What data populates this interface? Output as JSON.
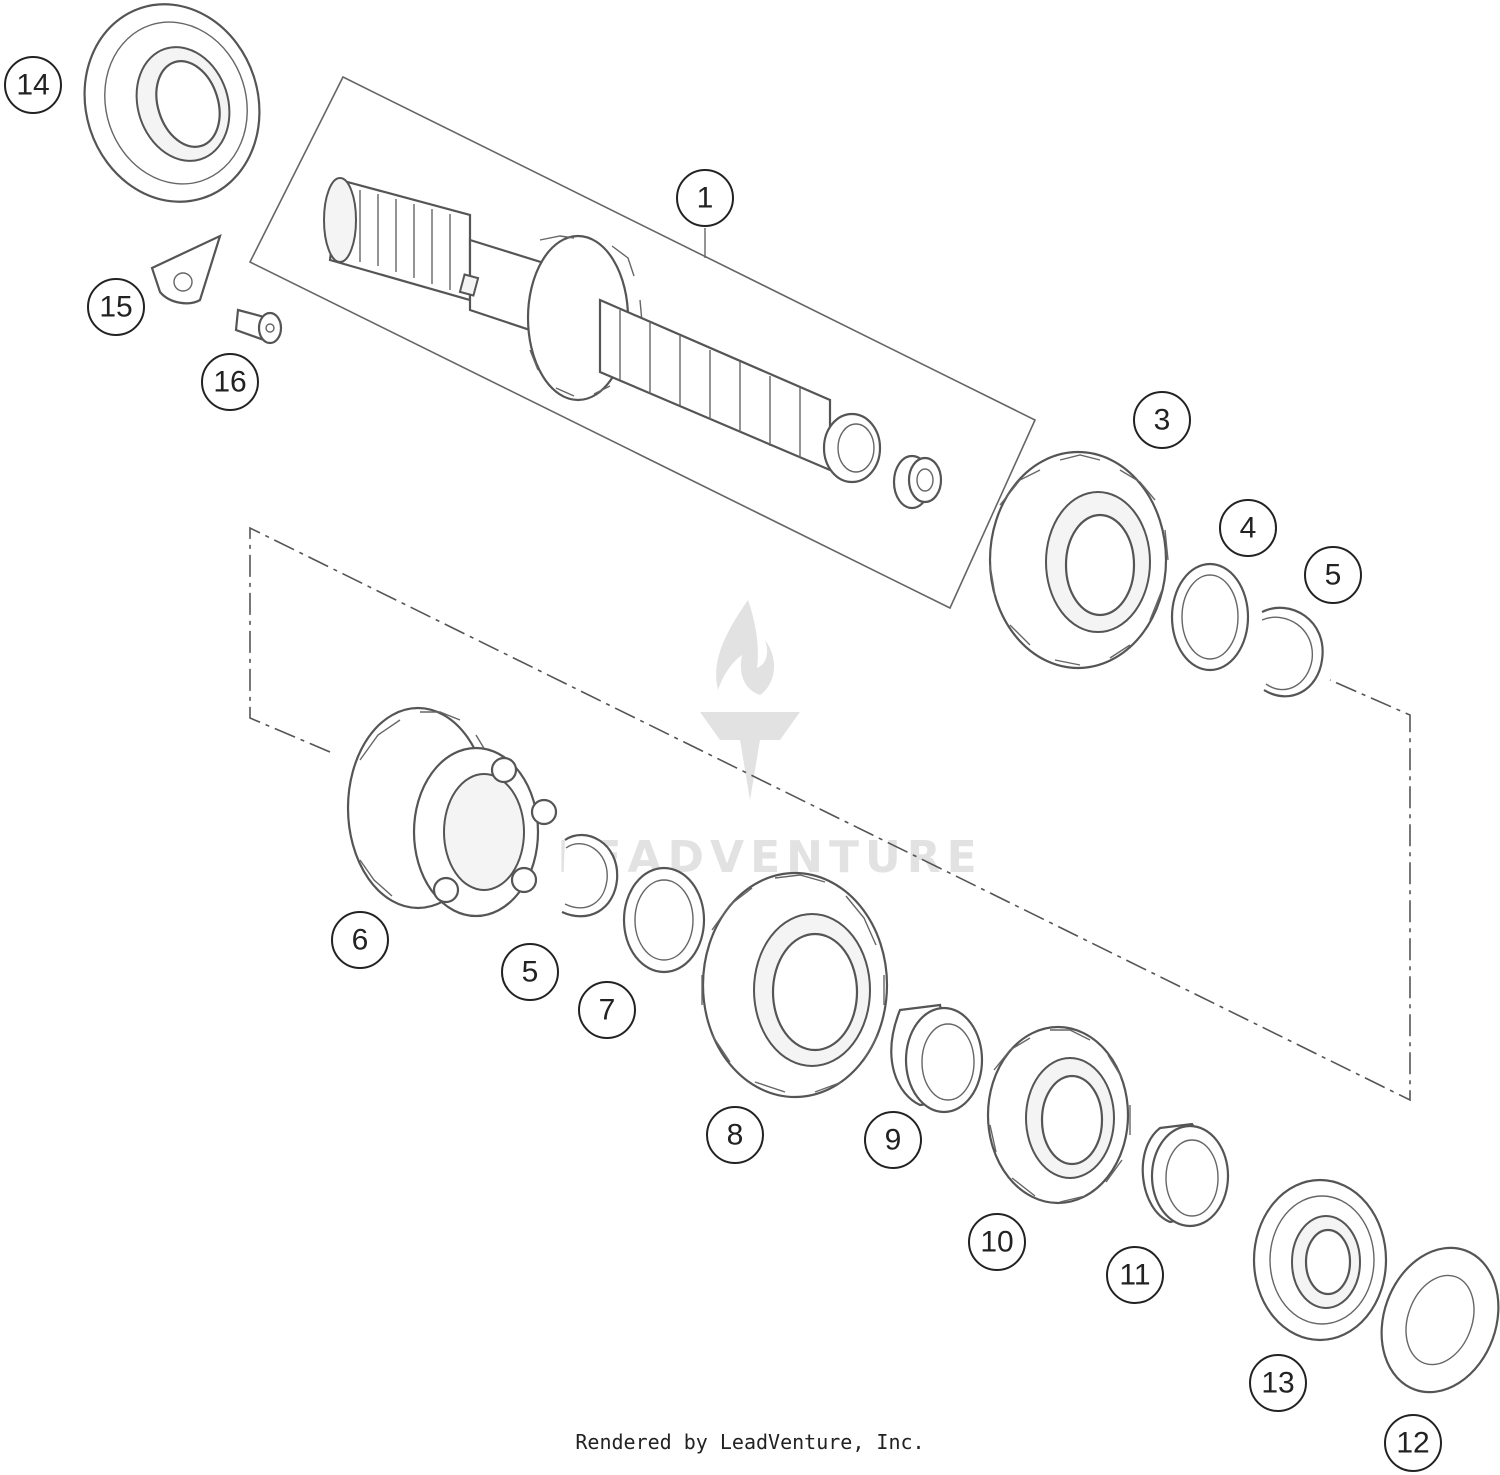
{
  "callouts": [
    {
      "id": "callout-1",
      "label": "1"
    },
    {
      "id": "callout-3",
      "label": "3"
    },
    {
      "id": "callout-4",
      "label": "4"
    },
    {
      "id": "callout-5a",
      "label": "5"
    },
    {
      "id": "callout-5b",
      "label": "5"
    },
    {
      "id": "callout-6",
      "label": "6"
    },
    {
      "id": "callout-7",
      "label": "7"
    },
    {
      "id": "callout-8",
      "label": "8"
    },
    {
      "id": "callout-9",
      "label": "9"
    },
    {
      "id": "callout-10",
      "label": "10"
    },
    {
      "id": "callout-11",
      "label": "11"
    },
    {
      "id": "callout-12",
      "label": "12"
    },
    {
      "id": "callout-13",
      "label": "13"
    },
    {
      "id": "callout-14",
      "label": "14"
    },
    {
      "id": "callout-15",
      "label": "15"
    },
    {
      "id": "callout-16",
      "label": "16"
    }
  ],
  "watermark": {
    "text": "LEADVENTURE"
  },
  "footer": {
    "text": "Rendered by LeadVenture, Inc."
  }
}
